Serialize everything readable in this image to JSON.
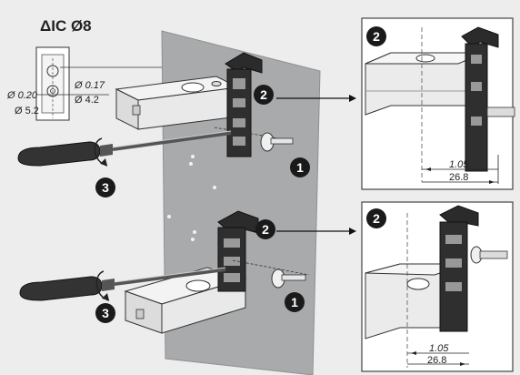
{
  "title": "ΔIC Ø8",
  "fixing": {
    "d020": "Ø 0.20",
    "d52": "Ø 5.2",
    "d017": "Ø 0.17",
    "d42": "Ø 4.2"
  },
  "steps": {
    "one": "1",
    "two": "2",
    "three": "3"
  },
  "dimensions": {
    "top": {
      "inch": "1.05",
      "mm": "26.8"
    },
    "bottom": {
      "inch": "1.05",
      "mm": "26.8"
    }
  }
}
